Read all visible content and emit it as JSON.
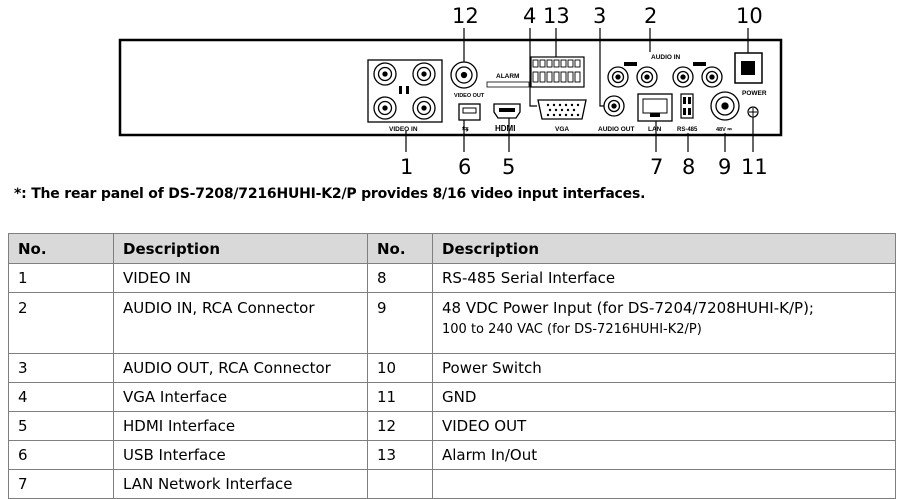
{
  "diagram": {
    "callouts": [
      "12",
      "4",
      "13",
      "3",
      "2",
      "10",
      "1",
      "6",
      "5",
      "7",
      "8",
      "9",
      "11"
    ],
    "panel_labels": {
      "video_in": "VIDEO IN",
      "video_out": "VIDEO OUT",
      "alarm": "ALARM",
      "usb": "⇆",
      "hdmi": "HDMI",
      "vga": "VGA",
      "audio_out": "AUDIO OUT",
      "audio_in": "AUDIO IN",
      "lan": "LAN",
      "rs485": "RS-485",
      "power": "POWER",
      "dc48v": "48V ⎓"
    }
  },
  "note": "*: The rear panel of DS-7208/7216HUHI-K2/P provides 8/16 video input interfaces.",
  "table": {
    "headers": [
      "No.",
      "Description",
      "No.",
      "Description"
    ],
    "rows": [
      [
        "1",
        "VIDEO IN",
        "8",
        "RS-485 Serial Interface"
      ],
      [
        "2",
        "AUDIO IN, RCA Connector",
        "9",
        "48 VDC Power Input (for DS-7204/7208HUHI-K/P);",
        "100 to 240 VAC (for DS-7216HUHI-K2/P)"
      ],
      [
        "3",
        "AUDIO OUT, RCA Connector",
        "10",
        "Power Switch"
      ],
      [
        "4",
        "VGA Interface",
        "11",
        "GND"
      ],
      [
        "5",
        "HDMI Interface",
        "12",
        "VIDEO OUT"
      ],
      [
        "6",
        "USB Interface",
        "13",
        "Alarm In/Out"
      ],
      [
        "7",
        "LAN Network Interface",
        "",
        ""
      ]
    ]
  }
}
